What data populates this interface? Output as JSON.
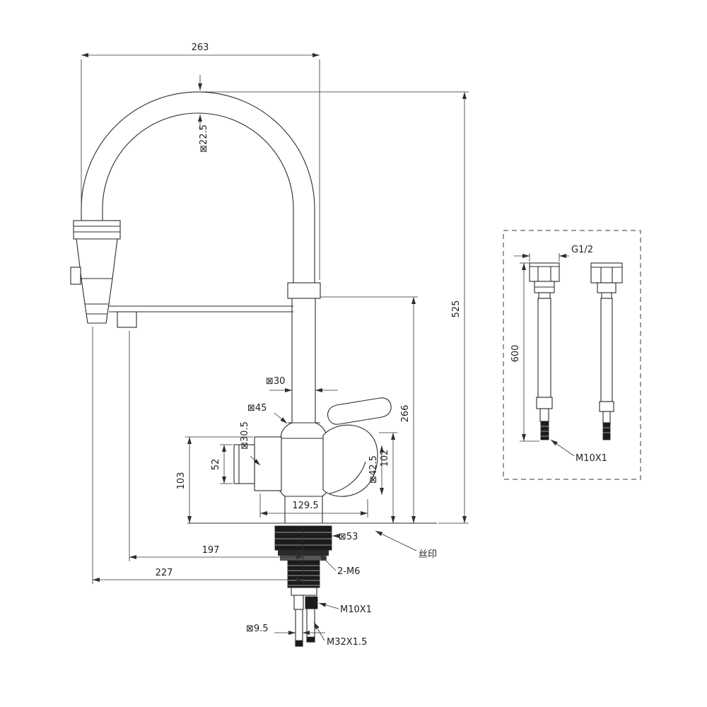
{
  "drawing": {
    "type": "technical-drawing",
    "subject": "pull-down kitchen faucet dimensional drawing",
    "colors": {
      "line": "#2b2b2b",
      "background": "#ffffff"
    },
    "labels": {
      "dim_263": "263",
      "dim_d22_5": "⊠22.5",
      "dim_525": "525",
      "dim_266": "266",
      "dim_102": "102",
      "dim_d30": "⊠30",
      "dim_d45": "⊠45",
      "dim_d30_5": "⊠30.5",
      "dim_52": "52",
      "dim_103": "103",
      "dim_d42_5": "⊠42.5",
      "dim_129_5": "129.5",
      "dim_d53": "⊠53",
      "dim_197": "197",
      "dim_227": "227",
      "silkscreen": "丝印",
      "thread_2m6": "2-M6",
      "thread_m10x1": "M10X1",
      "dim_d9_5": "⊠9.5",
      "thread_m32x15": "M32X1.5"
    },
    "hose_box": {
      "thread_g12": "G1/2",
      "dim_600": "600",
      "thread_m10x1": "M10X1"
    }
  }
}
